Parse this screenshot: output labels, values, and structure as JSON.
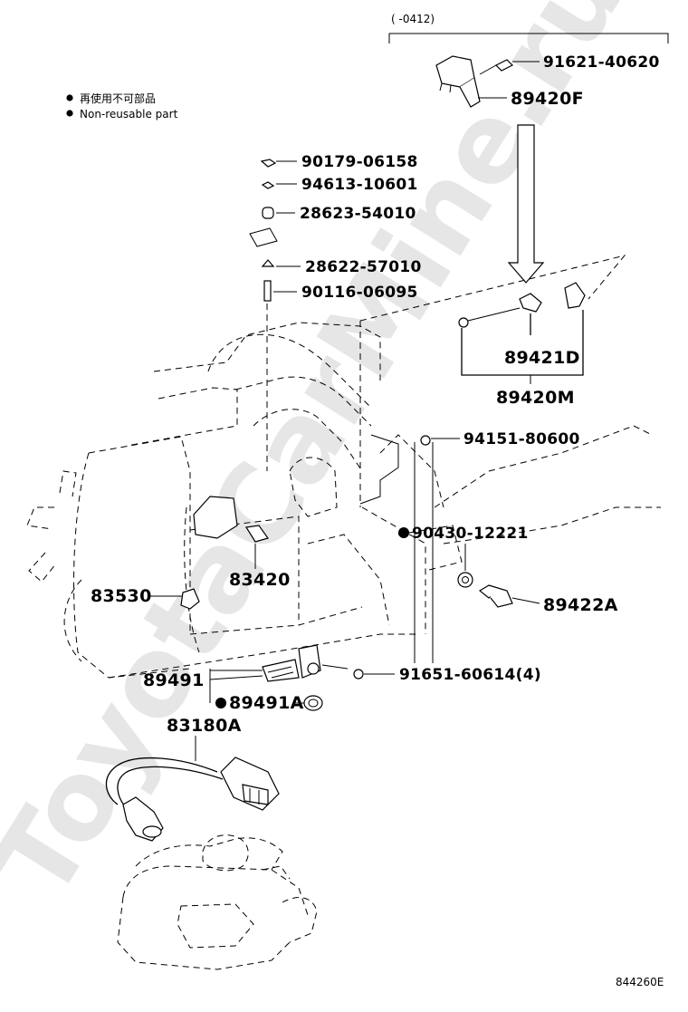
{
  "diagram": {
    "date_range": "(      -0412)",
    "legend": {
      "japanese": "再使用不可部品",
      "english": "Non-reusable part"
    },
    "watermark": "ToyotaCarMine.ru",
    "figure_code": "844260E",
    "parts": {
      "p91621": "91621-40620",
      "p89420F": "89420F",
      "p90179": "90179-06158",
      "p94613": "94613-10601",
      "p28623": "28623-54010",
      "p28622": "28622-57010",
      "p90116": "90116-06095",
      "p89421D": "89421D",
      "p89420M": "89420M",
      "p94151": "94151-80600",
      "p90430": "90430-12221",
      "p83420": "83420",
      "p83530": "83530",
      "p89422A": "89422A",
      "p89491": "89491",
      "p91651": "91651-60614(4)",
      "p89491A": "89491A",
      "p83180A": "83180A"
    }
  }
}
